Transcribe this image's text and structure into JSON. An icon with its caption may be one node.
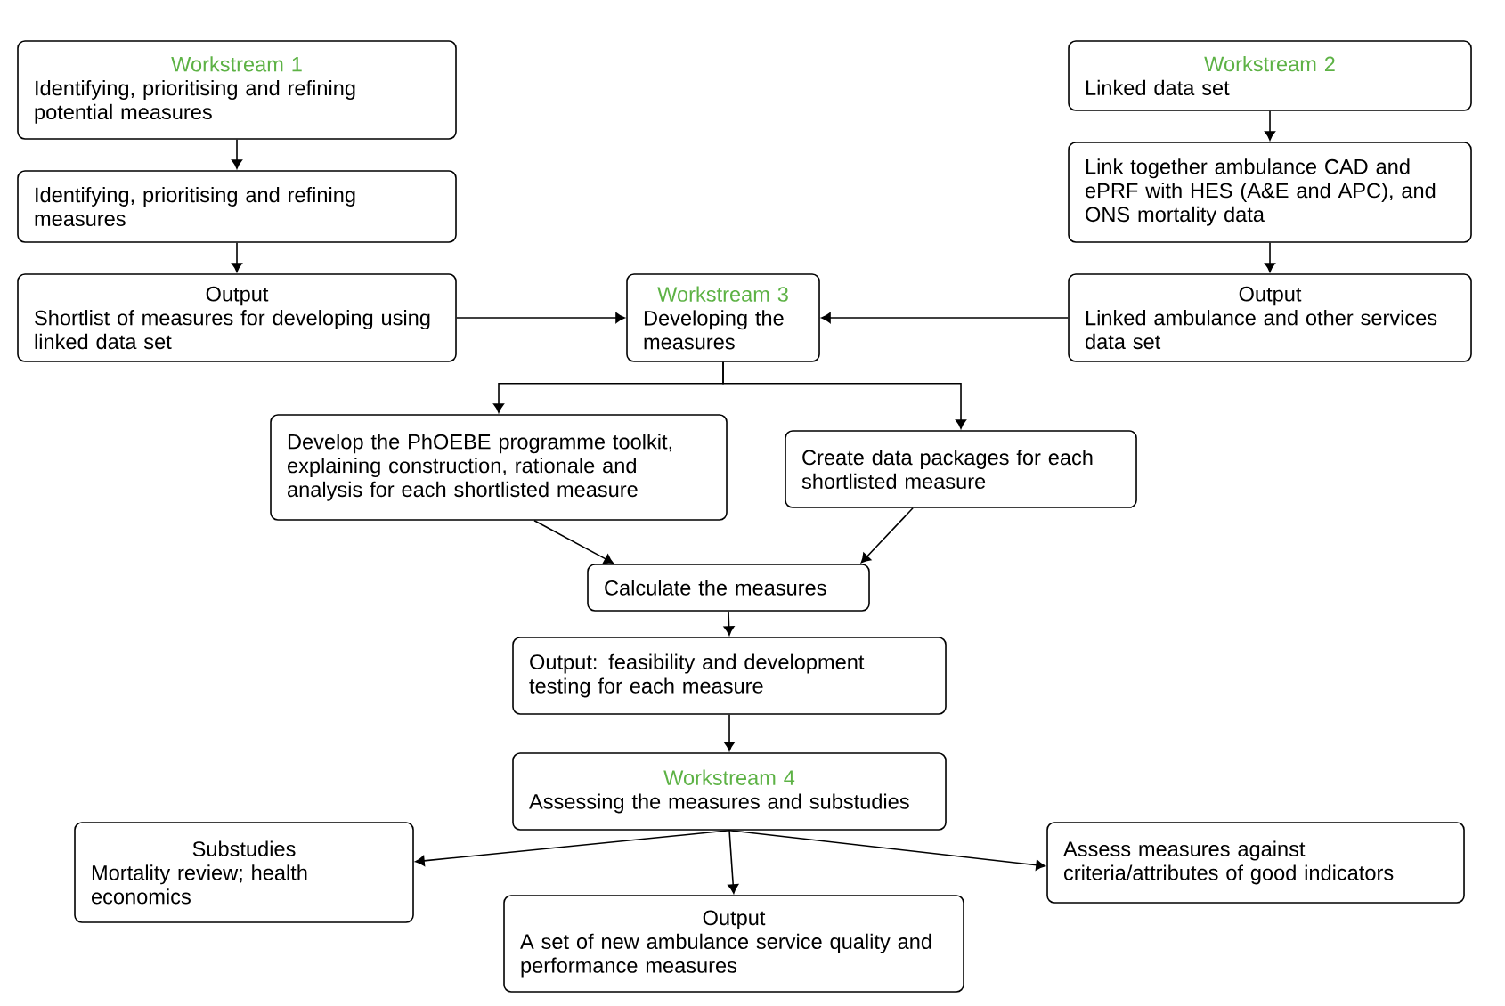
{
  "diagram": {
    "nodes": [
      {
        "text": [
          "Workstream 1",
          "Identifying, prioritising and refining potential measures"
        ]
      },
      {
        "text": [
          "Identifying, prioritising and refining measures"
        ]
      },
      {
        "text": [
          "Output",
          "Shortlist of measures for developing using linked data set"
        ]
      },
      {
        "text": [
          "Workstream 3",
          "Developing the measures"
        ]
      },
      {
        "text": [
          "Workstream 2",
          "Linked data set"
        ]
      },
      {
        "text": [
          "Link together ambulance CAD and ePRF with HES (A&E and APC), and ONS mortality data"
        ]
      },
      {
        "text": [
          "Output",
          "Linked ambulance and other services data set"
        ]
      },
      {
        "text": [
          "Develop the PhOEBE programme toolkit, explaining construction, rationale and analysis for each shortlisted measure"
        ]
      },
      {
        "text": [
          "Create data packages for each shortlisted measure"
        ]
      },
      {
        "text": [
          "Calculate the measures"
        ]
      },
      {
        "text": [
          "Output: feasibility and development testing for each measure"
        ]
      },
      {
        "text": [
          "Workstream 4",
          "Assessing the measures and substudies"
        ]
      },
      {
        "text": [
          "Substudies",
          "Mortality review; health economics"
        ]
      },
      {
        "text": [
          "Output",
          "A set of new ambulance service quality and performance measures"
        ]
      },
      {
        "text": [
          "Assess measures against criteria/attributes of good indicators"
        ]
      }
    ],
    "edges": [
      {
        "from": 0,
        "to": 1,
        "arrow": "to"
      },
      {
        "from": 1,
        "to": 2,
        "arrow": "to"
      },
      {
        "from": 2,
        "to": 3,
        "arrow": "to"
      },
      {
        "from": 4,
        "to": 5,
        "arrow": "to"
      },
      {
        "from": 5,
        "to": 6,
        "arrow": "to"
      },
      {
        "from": 6,
        "to": 3,
        "arrow": "to"
      },
      {
        "from": 3,
        "to": 7,
        "arrow": "to"
      },
      {
        "from": 3,
        "to": 8,
        "arrow": "to"
      },
      {
        "from": 7,
        "to": 9,
        "arrow": "to"
      },
      {
        "from": 8,
        "to": 9,
        "arrow": "to"
      },
      {
        "from": 9,
        "to": 10,
        "arrow": "to"
      },
      {
        "from": 10,
        "to": 11,
        "arrow": "to"
      },
      {
        "from": 11,
        "to": 12,
        "arrow": "to"
      },
      {
        "from": 11,
        "to": 13,
        "arrow": "to"
      },
      {
        "from": 11,
        "to": 14,
        "arrow": "to"
      }
    ]
  }
}
